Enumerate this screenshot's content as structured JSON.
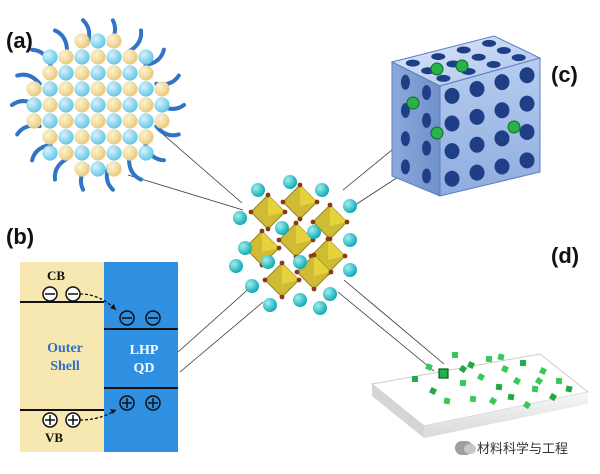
{
  "labels": {
    "a": "(a)",
    "b": "(b)",
    "c": "(c)",
    "d": "(d)"
  },
  "band_diagram": {
    "cb": "CB",
    "vb": "VB",
    "outer_line1": "Outer",
    "outer_line2": "Shell",
    "lhp_line1": "LHP",
    "lhp_line2": "QD"
  },
  "watermark": "材料科学与工程",
  "colors": {
    "shell_bg": "#f7e7b0",
    "qd_bg": "#2f8fe0",
    "sphere_blue": "#8fd3ee",
    "sphere_tan": "#f2d79a",
    "ligand": "#2f74c9",
    "cube": "#a8c2ec",
    "dot_green": "#27b24a",
    "cation": "#1fbfc4",
    "octahedra": "#d7c227"
  }
}
